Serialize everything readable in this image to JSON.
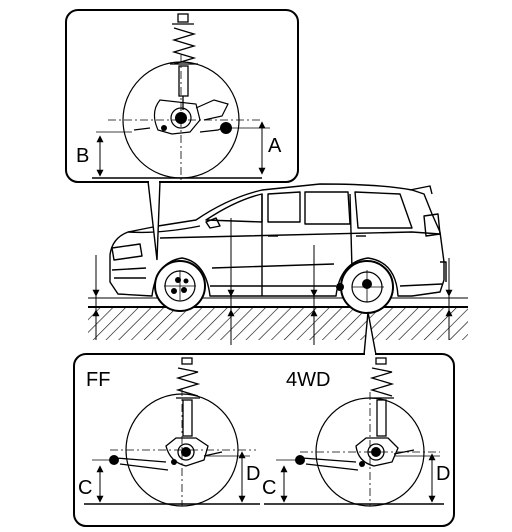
{
  "labels": {
    "a": "A",
    "b": "B",
    "c_ff": "C",
    "d_ff": "D",
    "c_4wd": "C",
    "d_4wd": "D",
    "ff": "FF",
    "fourwd": "4WD"
  },
  "colors": {
    "ink": "#000000",
    "paper": "#ffffff"
  }
}
